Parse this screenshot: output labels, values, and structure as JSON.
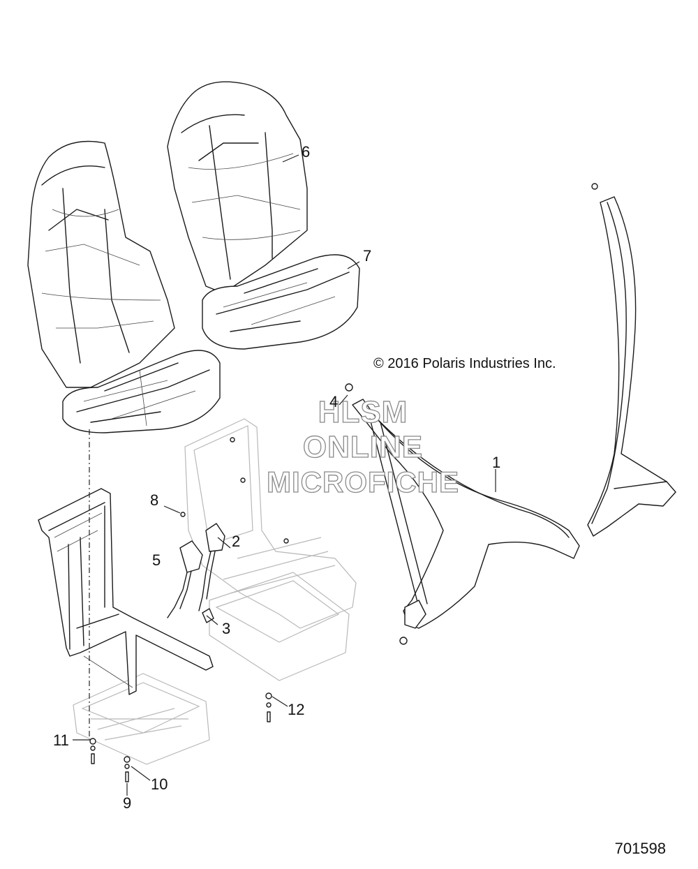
{
  "copyright": "© 2016 Polaris Industries Inc.",
  "watermark": {
    "line1": "HLSM",
    "line2": "ONLINE",
    "line3": "MICROFICHE"
  },
  "drawing_number": "701598",
  "callouts": {
    "c1": "1",
    "c2": "2",
    "c3": "3",
    "c4": "4",
    "c5": "5",
    "c6": "6",
    "c7": "7",
    "c8": "8",
    "c9": "9",
    "c10": "10",
    "c11": "11",
    "c12": "12"
  }
}
